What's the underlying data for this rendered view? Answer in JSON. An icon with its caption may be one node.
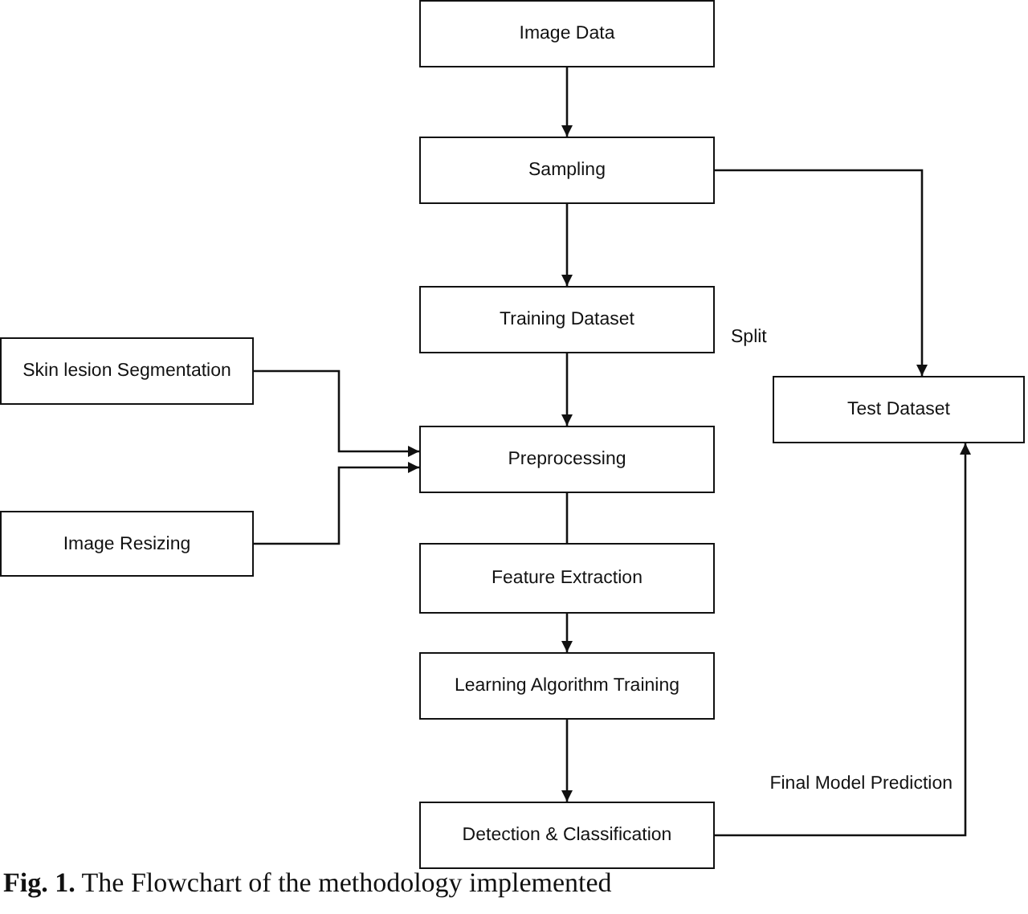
{
  "diagram": {
    "caption": "**Fig. 1.** The Flowchart of the methodology implemented",
    "nodes": [
      {
        "text": [
          "Image Data"
        ]
      },
      {
        "text": [
          "Sampling"
        ]
      },
      {
        "text": [
          "Training Dataset"
        ]
      },
      {
        "text": [
          "Test Dataset"
        ]
      },
      {
        "text": [
          "Skin lesion Segmentation"
        ]
      },
      {
        "text": [
          "Image Resizing"
        ]
      },
      {
        "text": [
          "Preprocessing"
        ]
      },
      {
        "text": [
          "Feature Extraction"
        ]
      },
      {
        "text": [
          "Learning Algorithm Training"
        ]
      },
      {
        "text": [
          "Detection & Classification"
        ]
      }
    ],
    "edges": [
      {
        "from": 0,
        "to": 1,
        "arrow": "to"
      },
      {
        "from": 1,
        "to": 2,
        "arrow": "to"
      },
      {
        "from": 1,
        "to": 3,
        "arrow": "to"
      },
      {
        "from": 4,
        "to": 6,
        "arrow": "to"
      },
      {
        "from": 5,
        "to": 6,
        "arrow": "to"
      },
      {
        "from": 2,
        "to": 6,
        "arrow": "to"
      },
      {
        "from": 6,
        "to": 7,
        "arrow": "none"
      },
      {
        "from": 7,
        "to": 8,
        "arrow": "to"
      },
      {
        "from": 8,
        "to": 9,
        "arrow": "to"
      },
      {
        "from": 9,
        "to": 3,
        "arrow": "to",
        "label": "Final Model Prediction"
      }
    ],
    "labels": [
      "Split"
    ]
  }
}
